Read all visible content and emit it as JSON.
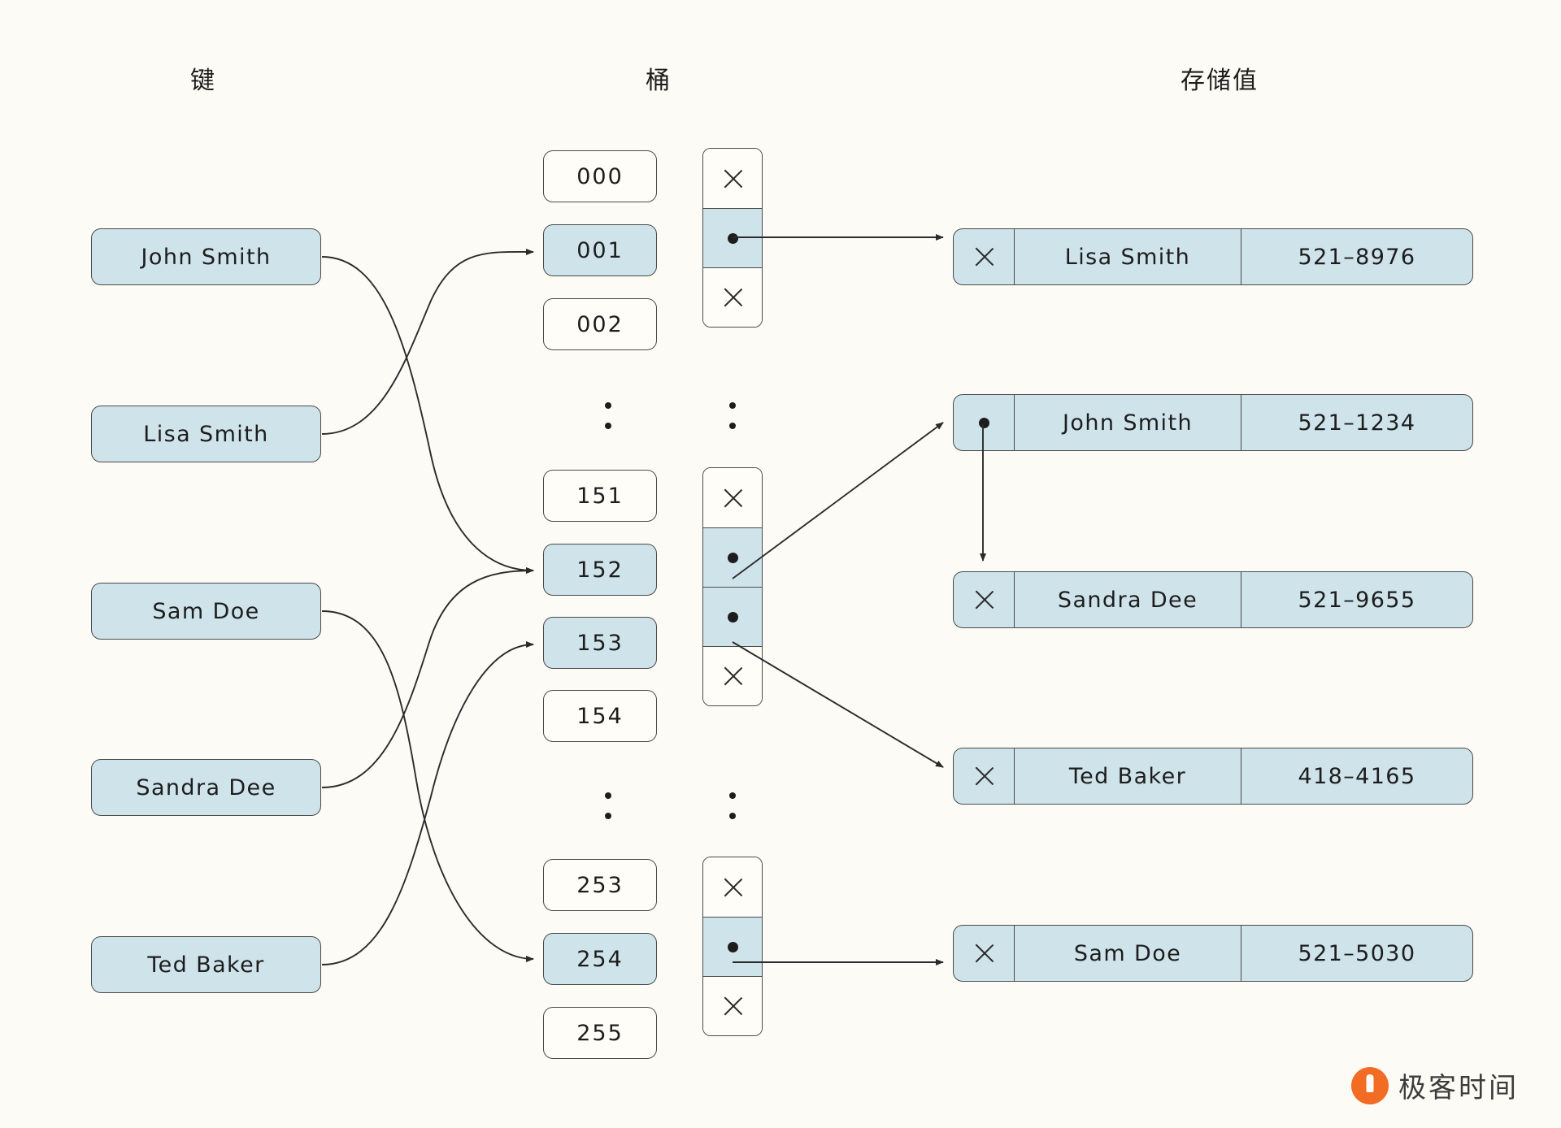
{
  "headers": {
    "keys": "键",
    "buckets": "桶",
    "values": "存储值"
  },
  "colors": {
    "background": "#fdfbf5",
    "fill_highlight": "#cfe3eb",
    "fill_empty": "#fffdf8",
    "stroke": "#4a4a4a",
    "text": "#1d1d1d",
    "brand_orange": "#f26c23"
  },
  "keys": [
    {
      "label": "John Smith"
    },
    {
      "label": "Lisa Smith"
    },
    {
      "label": "Sam Doe"
    },
    {
      "label": "Sandra Dee"
    },
    {
      "label": "Ted Baker"
    }
  ],
  "buckets": [
    {
      "index": "000",
      "filled": false,
      "slot": "x"
    },
    {
      "index": "001",
      "filled": true,
      "slot": "dot"
    },
    {
      "index": "002",
      "filled": false,
      "slot": "x"
    },
    {
      "index": "151",
      "filled": false,
      "slot": "x"
    },
    {
      "index": "152",
      "filled": true,
      "slot": "dot"
    },
    {
      "index": "153",
      "filled": true,
      "slot": "dot"
    },
    {
      "index": "154",
      "filled": false,
      "slot": "x"
    },
    {
      "index": "253",
      "filled": false,
      "slot": "x"
    },
    {
      "index": "254",
      "filled": true,
      "slot": "dot"
    },
    {
      "index": "255",
      "filled": false,
      "slot": "x"
    }
  ],
  "records": [
    {
      "pointer": "x",
      "name": "Lisa Smith",
      "phone": "521–8976"
    },
    {
      "pointer": "dot",
      "name": "John Smith",
      "phone": "521–1234"
    },
    {
      "pointer": "x",
      "name": "Sandra Dee",
      "phone": "521–9655"
    },
    {
      "pointer": "x",
      "name": "Ted Baker",
      "phone": "418–4165"
    },
    {
      "pointer": "x",
      "name": "Sam Doe",
      "phone": "521–5030"
    }
  ],
  "ellipsis": {
    "glyph": "⋮",
    "count": 2
  },
  "brand": {
    "name": "极客时间",
    "icon": "geektime-logo-icon"
  }
}
